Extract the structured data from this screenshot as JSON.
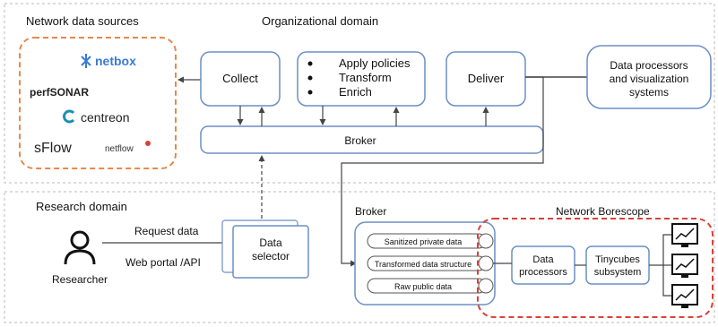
{
  "organizational": {
    "sources_title": "Network data sources",
    "domain_title": "Organizational domain",
    "logos": [
      "netbox",
      "perfSONAR",
      "centreon",
      "sFlow",
      "netflow"
    ],
    "collect": "Collect",
    "process_items": [
      "Apply policies",
      "Transform",
      "Enrich"
    ],
    "deliver": "Deliver",
    "broker": "Broker",
    "consumers_line1": "Data processors",
    "consumers_line2": "and visualization",
    "consumers_line3": "systems"
  },
  "research": {
    "domain_title": "Research domain",
    "researcher": "Researcher",
    "request": "Request data",
    "portal": "Web portal /API",
    "selector_line1": "Data",
    "selector_line2": "selector",
    "broker": "Broker",
    "broker_items": [
      "Sanitized private data",
      "Transformed data structure",
      "Raw public data"
    ],
    "borescope_title": "Network Borescope",
    "processors_line1": "Data",
    "processors_line2": "processors",
    "tinycubes_line1": "Tinycubes",
    "tinycubes_line2": "subsystem"
  },
  "colors": {
    "box_stroke": "#6b8fc4",
    "accent_orange": "#e8884a",
    "accent_red": "#d9413b",
    "netbox_blue": "#3a7ad6",
    "centreon_teal": "#1c8fb0"
  }
}
